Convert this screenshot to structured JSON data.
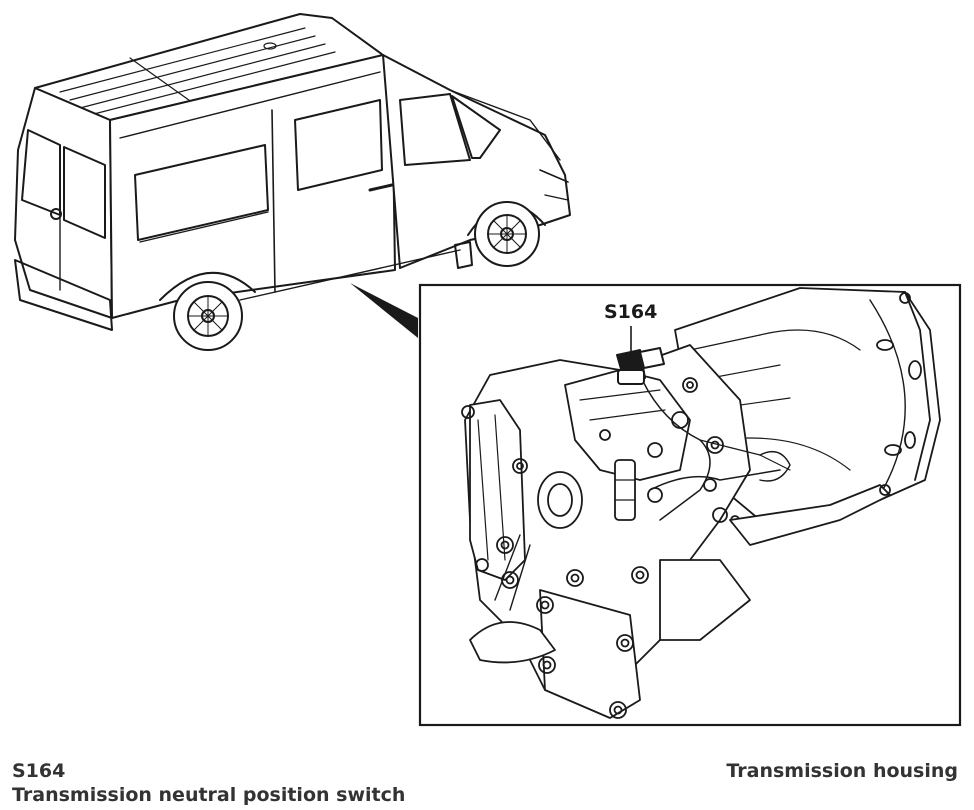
{
  "callout": {
    "label": "S164"
  },
  "caption": {
    "code": "S164",
    "description": "Transmission neutral position switch",
    "location": "Transmission housing"
  },
  "colors": {
    "line": "#1a1a1a",
    "background": "#ffffff",
    "caption_text": "#333333"
  }
}
